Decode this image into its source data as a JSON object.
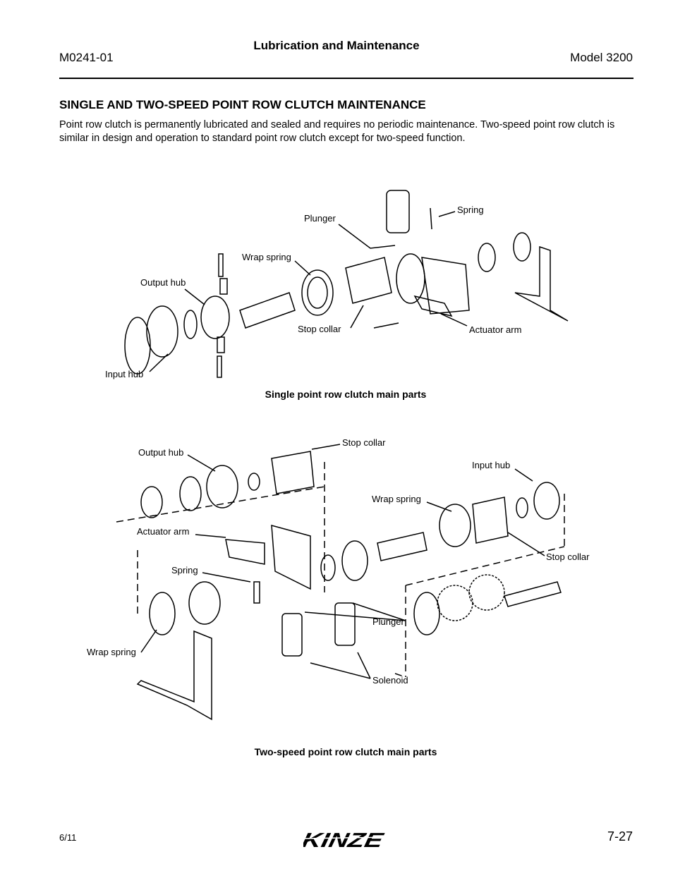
{
  "header": {
    "doc_number": "M0241-01",
    "section": "Lubrication and Maintenance",
    "model": "Model 3200"
  },
  "section_title": "SINGLE AND TWO-SPEED POINT ROW CLUTCH MAINTENANCE",
  "intro": "Point row clutch is permanently lubricated and sealed and requires no periodic maintenance. Two-speed point row clutch is similar in design and operation to standard point row clutch except for two-speed  function.",
  "figure1": {
    "caption": "Single point row clutch main parts",
    "labels": [
      "Spring",
      "Plunger",
      "Wrap spring",
      "Output hub",
      "Stop collar",
      "Actuator arm",
      "Input hub"
    ]
  },
  "figure2": {
    "caption": "Two-speed point row clutch main parts",
    "labels": [
      "Stop collar",
      "Output hub",
      "Input hub",
      "Wrap spring",
      "Actuator arm",
      "Stop collar",
      "Spring",
      "Plunger",
      "Wrap spring",
      "Solenoid"
    ]
  },
  "footer": {
    "date": "6/11",
    "logo": "KINZE",
    "page": "7-27"
  }
}
